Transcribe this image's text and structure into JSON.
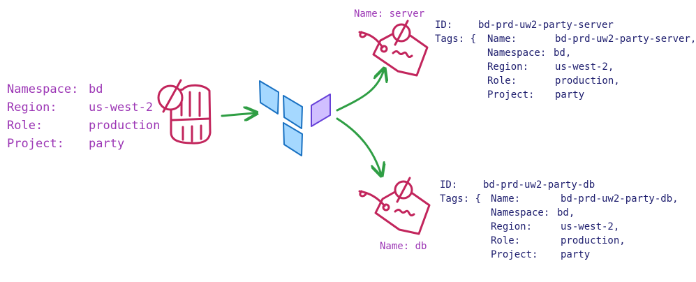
{
  "input": {
    "rows": [
      {
        "key": "Namespace:",
        "value": "bd"
      },
      {
        "key": "Region:",
        "value": "us-west-2"
      },
      {
        "key": "Role:",
        "value": "production"
      },
      {
        "key": "Project:",
        "value": "party"
      }
    ]
  },
  "outputs": [
    {
      "resource_label": "Name: server",
      "id_key": "ID:",
      "id_value": "bd-prd-uw2-party-server",
      "tags_key": "Tags: {",
      "tags": [
        {
          "key": "Name:",
          "value": "bd-prd-uw2-party-server,"
        },
        {
          "key": "Namespace:",
          "value": "bd,"
        },
        {
          "key": "Region:",
          "value": "us-west-2,"
        },
        {
          "key": "Role:",
          "value": "production,"
        },
        {
          "key": "Project:",
          "value": "party"
        }
      ]
    },
    {
      "resource_label": "Name: db",
      "id_key": "ID:",
      "id_value": "bd-prd-uw2-party-db",
      "tags_key": "Tags: {",
      "tags": [
        {
          "key": "Name:",
          "value": "bd-prd-uw2-party-db,"
        },
        {
          "key": "Namespace:",
          "value": "bd,"
        },
        {
          "key": "Region:",
          "value": "us-west-2,"
        },
        {
          "key": "Role:",
          "value": "production,"
        },
        {
          "key": "Project:",
          "value": "party"
        }
      ]
    }
  ],
  "icons": {
    "input": "null-label-context-icon",
    "processor": "terraform-logo-icon",
    "tag": "null-tag-icon"
  },
  "colors": {
    "label_text": "#9c36b5",
    "output_text": "#1e1e6e",
    "icon_stroke": "#c2255c",
    "arrow": "#2f9e44",
    "logo_blue_fill": "#a5d8ff",
    "logo_blue_stroke": "#1971c2",
    "logo_purple_fill": "#d0bfff",
    "logo_purple_stroke": "#6741d9"
  }
}
